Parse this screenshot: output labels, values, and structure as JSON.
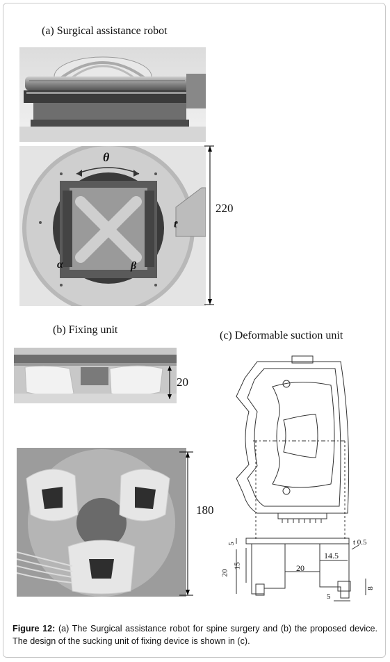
{
  "labels": {
    "a": "(a) Surgical assistance robot",
    "b": "(b) Fixing unit",
    "c": "(c) Deformable suction unit"
  },
  "dimensions": {
    "robot_height": "220",
    "fixing_height": "20",
    "fixing_width": "180"
  },
  "symbols": {
    "theta": "θ",
    "t": "t",
    "alpha": "α",
    "beta": "β"
  },
  "drawing_dims": {
    "d5_top": "5",
    "d15": "15",
    "d20_left": "20",
    "d20_mid": "20",
    "d14_5": "14.5",
    "t0_5": "t 0.5",
    "d5_bottom": "5",
    "d8": "8"
  },
  "caption": {
    "label": "Figure 12:",
    "text": "(a) The Surgical assistance robot for spine surgery and (b) the proposed device. The design of the sucking unit of fixing device is shown in (c)."
  }
}
